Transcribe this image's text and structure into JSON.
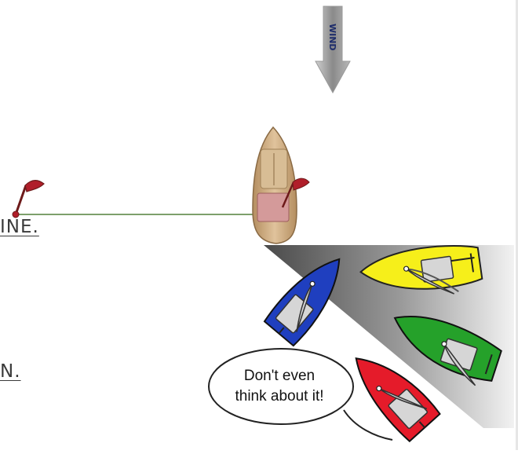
{
  "diagram": {
    "wind_label": "WIND",
    "bubble_line1": "Don't even",
    "bubble_line2": "think about it!",
    "cut_text_1": "INE.",
    "cut_text_2": "N.",
    "colors": {
      "committee_boat": "#c9a77b",
      "committee_cabin": "#d49a9a",
      "flag": "#b01e2a",
      "start_line": "#7da06c",
      "blue_boat": "#1f3fbf",
      "yellow_boat": "#f6ef1a",
      "green_boat": "#25a12a",
      "red_boat": "#e51b2a",
      "sail": "#d3d3d3",
      "wind_arrow": "#9a9a9a"
    }
  }
}
